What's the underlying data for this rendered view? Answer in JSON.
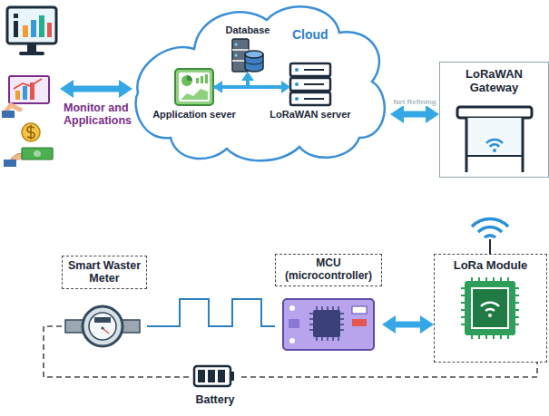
{
  "diagram": {
    "nodes": [
      {
        "text": [
          "Monitor and Applications"
        ]
      },
      {
        "text": [
          "Cloud"
        ]
      },
      {
        "text": [
          "Database"
        ],
        "in": 1
      },
      {
        "text": [
          "Application sever"
        ],
        "in": 1
      },
      {
        "text": [
          "LoRaWAN server"
        ],
        "in": 1
      },
      {
        "text": [
          "LoRaWAN Gateway"
        ]
      },
      {
        "text": [
          "Smart Waster Meter"
        ]
      },
      {
        "text": [
          "MCU (microcontroller)"
        ]
      },
      {
        "text": [
          "LoRa Module"
        ]
      },
      {
        "text": [
          "Battery"
        ]
      }
    ],
    "edges": [
      {
        "from": 0,
        "to": 1,
        "arrow": "both"
      },
      {
        "from": 1,
        "to": 5,
        "label": "Net Refining",
        "arrow": "both"
      },
      {
        "from": 3,
        "to": 4,
        "arrow": "both"
      },
      {
        "from": 3,
        "to": 2,
        "arrow": "to"
      },
      {
        "from": 6,
        "to": 7,
        "arrow": "none"
      },
      {
        "from": 7,
        "to": 8,
        "arrow": "both"
      },
      {
        "from": 9,
        "to": 6,
        "arrow": "none"
      },
      {
        "from": 9,
        "to": 8,
        "arrow": "none"
      }
    ]
  }
}
